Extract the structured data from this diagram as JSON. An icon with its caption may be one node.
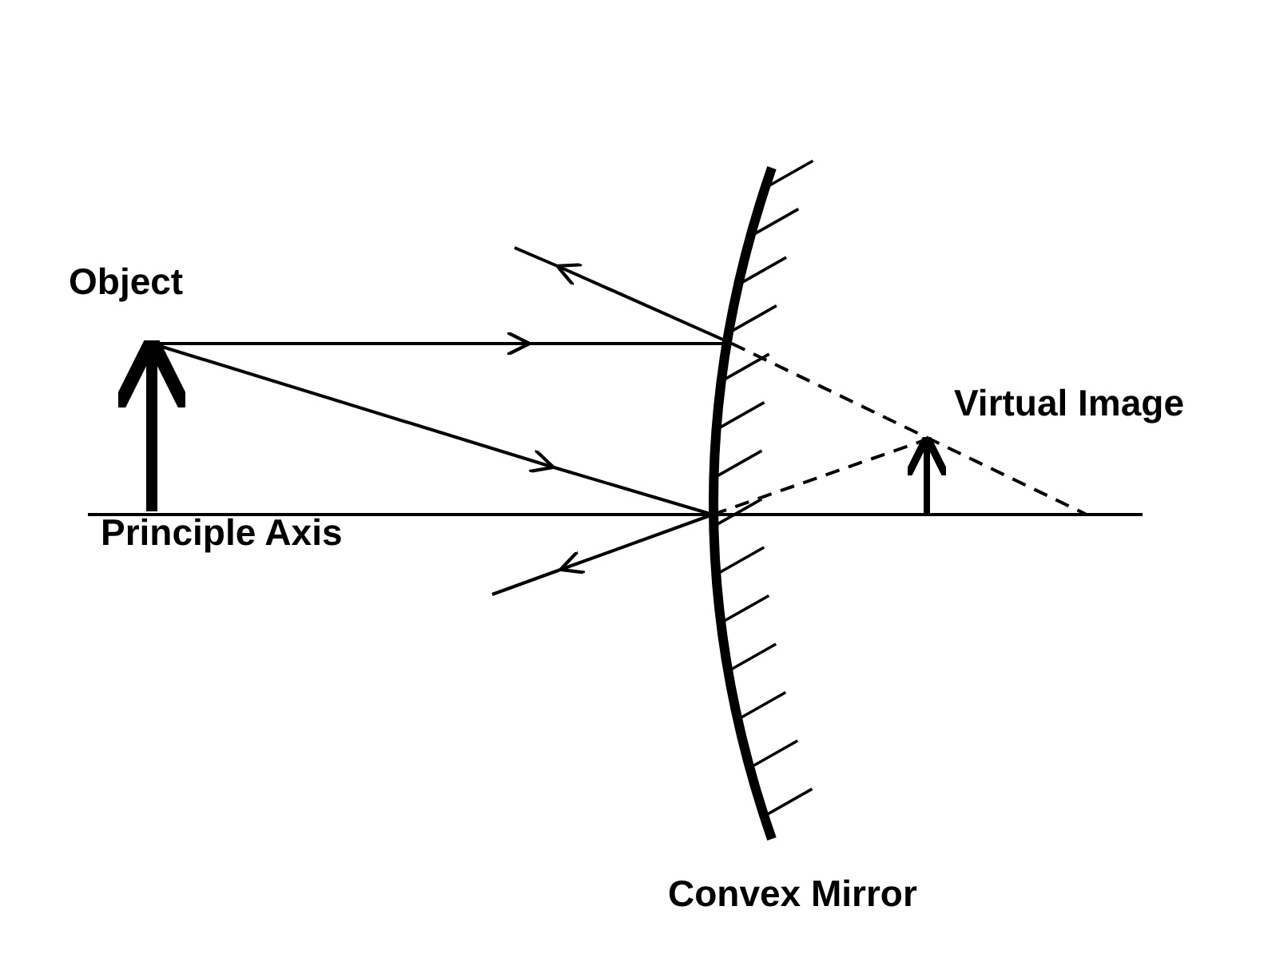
{
  "diagram": {
    "labels": [
      "Object",
      "Virtual Image",
      "Principle Axis",
      "Convex Mirror"
    ]
  }
}
